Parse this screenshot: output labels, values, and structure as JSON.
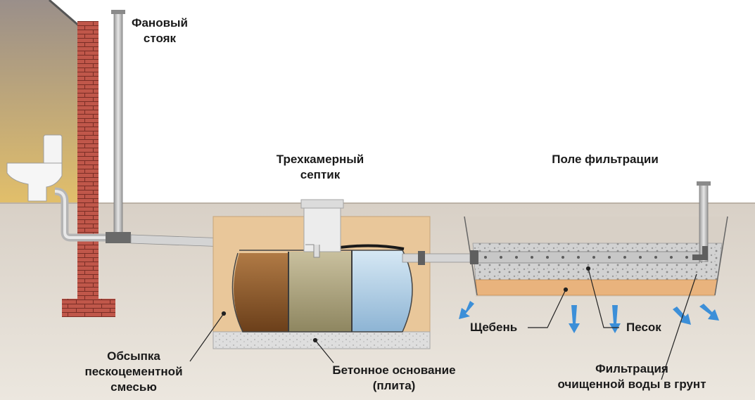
{
  "labels": {
    "vent_stack": [
      "Фановый",
      "стояк"
    ],
    "septic_tank": [
      "Трехкамерный",
      "септик"
    ],
    "filter_field": "Поле фильтрации",
    "backfill": [
      "Обсыпка",
      "пескоцементной",
      "смесью"
    ],
    "concrete_base": [
      "Бетонное основание",
      "(плита)"
    ],
    "gravel": "Щебень",
    "sand": "Песок",
    "filtration": [
      "Фильтрация",
      "очищенной воды в грунт"
    ]
  },
  "colors": {
    "soil": "#d9d2c8",
    "backfill": "#e8c79a",
    "chamber_1": "#8a5a2b",
    "chamber_2": "#b5ab86",
    "chamber_3": "#a9c8df",
    "pipe": "#c7c7c7",
    "brick": "#b5463c",
    "water_arrow": "#3c8fd8",
    "sand_layer": "#e9b480",
    "gravel_layer": "#cfcfcf"
  }
}
